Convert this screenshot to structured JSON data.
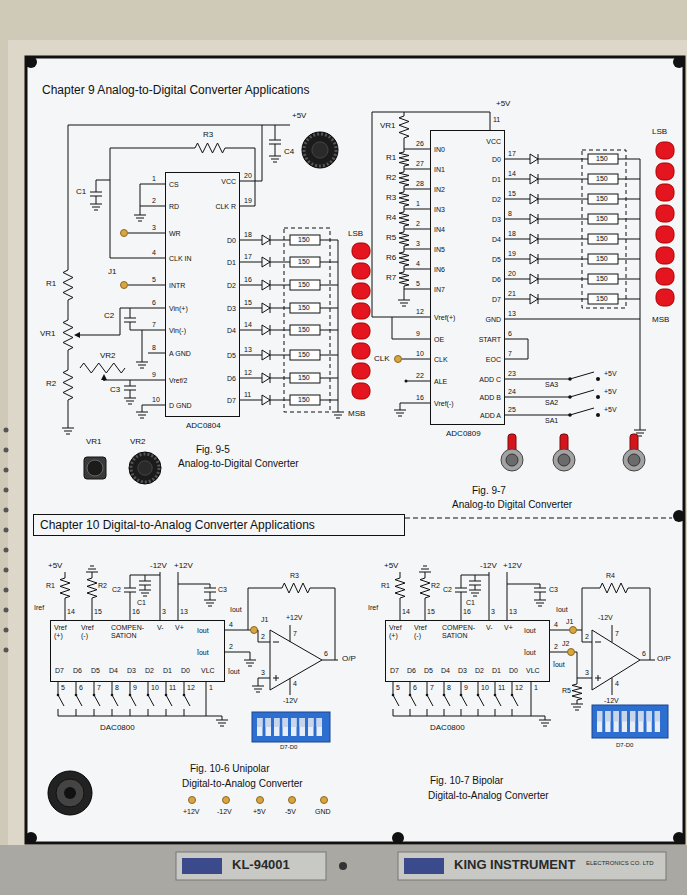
{
  "diagram": {
    "nodes": [
      {
        "text": [
          "CS",
          "RD",
          "WR",
          "CLK IN",
          "INTR",
          "Vin(+)",
          "Vin(-)",
          "A GND",
          "Vref/2",
          "D GND",
          "VCC",
          "CLK R",
          "D0",
          "D1",
          "D2",
          "D3",
          "D4",
          "D5",
          "D6",
          "D7"
        ]
      },
      {
        "text": [
          "IN0",
          "IN1",
          "IN2",
          "IN3",
          "IN4",
          "IN5",
          "IN6",
          "IN7",
          "Vref(+)",
          "OE",
          "CLK",
          "ALE",
          "Vref(-)",
          "VCC",
          "D0",
          "D1",
          "D2",
          "D3",
          "D4",
          "D5",
          "D6",
          "D7",
          "GND",
          "START",
          "EOC",
          "ADD C",
          "ADD B",
          "ADD A"
        ]
      },
      {
        "text": [
          "Chapter 10 Digital-to-Analog Converter Applications"
        ]
      },
      {
        "text": [
          "Vref (+)",
          "Vref (-)",
          "COMPEN- SATION",
          "V-",
          "V+",
          "Iout",
          "Īout",
          "D7",
          "D6",
          "D5",
          "D4",
          "D3",
          "D2",
          "D1",
          "D0",
          "VLC"
        ]
      },
      {
        "text": [
          "Vref (+)",
          "Vref (-)",
          "COMPEN- SATION",
          "V-",
          "V+",
          "Iout",
          "Īout",
          "D7",
          "D6",
          "D5",
          "D4",
          "D3",
          "D2",
          "D1",
          "D0",
          "VLC"
        ]
      }
    ],
    "labels": [
      "Chapter 9 Analog-to-Digital Converter Applications",
      "Fig. 9-5",
      "Analog-to-Digital Converter",
      "Fig. 9-7",
      "Analog-to Digital Converter",
      "Fig. 10-6 Unipolar",
      "Digital-to-Analog Converter",
      "Fig. 10-7 Bipolar",
      "Digital-to-Analog Converter",
      "R3",
      "+5V",
      "C4",
      "C1",
      "J1",
      "C2",
      "VR2",
      "C3",
      "R1",
      "VR1",
      "R2",
      "VR1",
      "VR2",
      "ADC0804",
      "1",
      "2",
      "3",
      "4",
      "5",
      "6",
      "7",
      "8",
      "9",
      "10",
      "20",
      "19",
      "18",
      "17",
      "16",
      "15",
      "14",
      "13",
      "12",
      "11",
      "150",
      "150",
      "150",
      "150",
      "150",
      "150",
      "150",
      "150",
      "LSB",
      "MSB",
      "+5V",
      "11",
      "VR1",
      "R1",
      "R2",
      "R3",
      "R4",
      "R5",
      "R6",
      "R7",
      "26",
      "27",
      "28",
      "1",
      "2",
      "3",
      "4",
      "5",
      "12",
      "9",
      "10",
      "22",
      "16",
      "CLK",
      "17",
      "14",
      "15",
      "8",
      "18",
      "19",
      "20",
      "21",
      "13",
      "6",
      "7",
      "23",
      "24",
      "25",
      "150",
      "150",
      "150",
      "150",
      "150",
      "150",
      "150",
      "150",
      "LSB",
      "MSB",
      "SA3",
      "SA2",
      "SA1",
      "+5V",
      "+5V",
      "+5V",
      "ADC0809",
      "+5V",
      "-12V",
      "+12V",
      "R1",
      "R2",
      "C2",
      "C1",
      "C3",
      "Iref",
      "14",
      "15",
      "16",
      "3",
      "13",
      "4",
      "2",
      "Iout",
      "Īout",
      "J1",
      "R3",
      "2",
      "3",
      "7",
      "4",
      "6",
      "+12V",
      "-12V",
      "O/P",
      "5",
      "6",
      "7",
      "8",
      "9",
      "10",
      "11",
      "12",
      "1",
      "DAC0800",
      "D7-D0",
      "+5V",
      "-12V",
      "+12V",
      "R1",
      "R2",
      "C2",
      "C1",
      "C3",
      "Iref",
      "14",
      "15",
      "16",
      "3",
      "13",
      "4",
      "2",
      "Iout",
      "Īout",
      "J1",
      "J2",
      "R4",
      "2",
      "3",
      "7",
      "4",
      "6",
      "-12V",
      "-12V",
      "O/P",
      "R5",
      "5",
      "6",
      "7",
      "8",
      "9",
      "10",
      "11",
      "12",
      "1",
      "DAC0800",
      "D7-D0",
      "+12V",
      "-12V",
      "+5V",
      "-5V",
      "GND",
      "KL-94001",
      "KING INSTRUMENT",
      "ELECTRONICS CO. LTD"
    ]
  }
}
